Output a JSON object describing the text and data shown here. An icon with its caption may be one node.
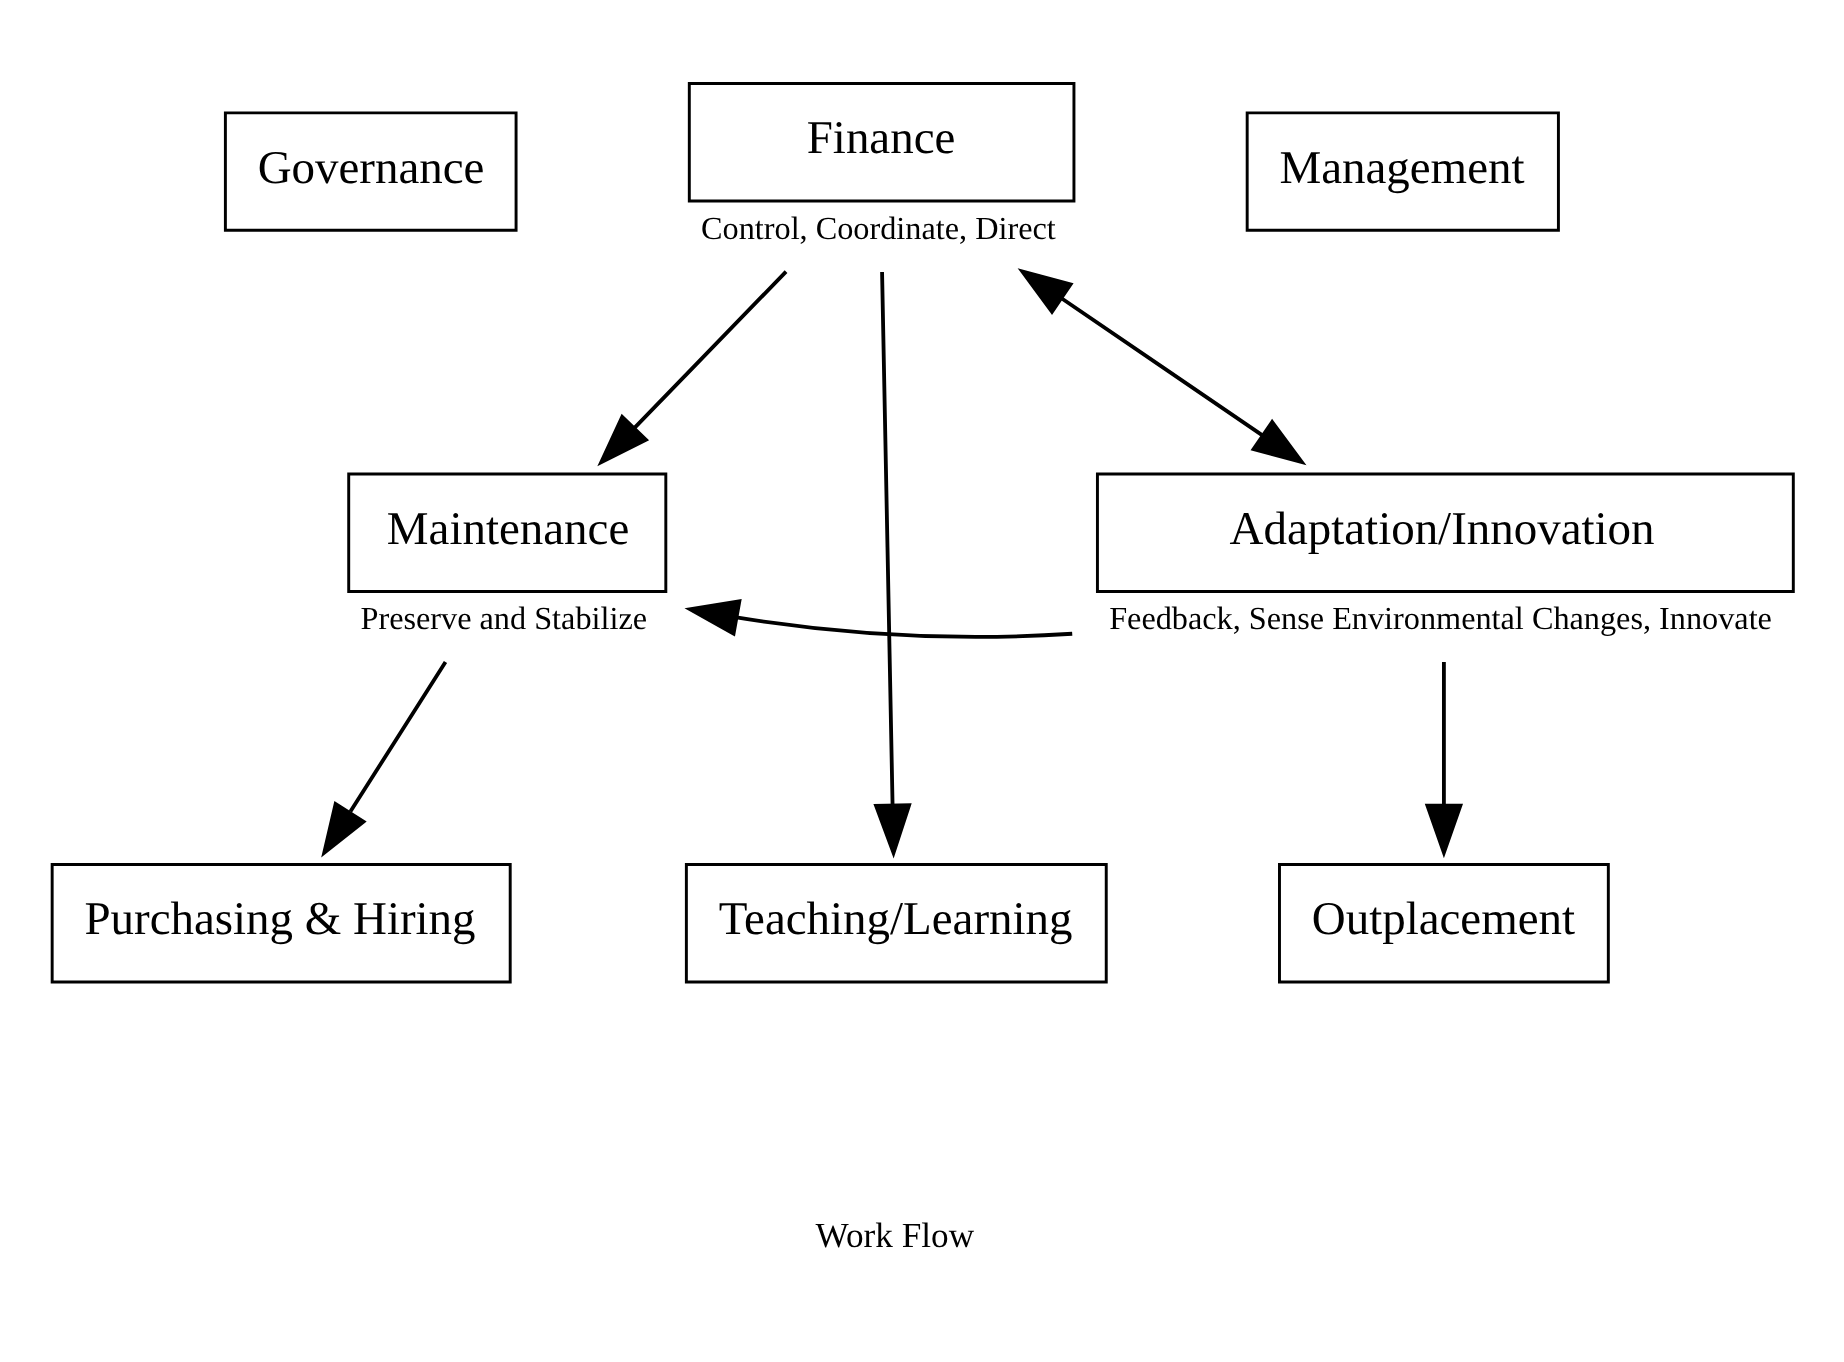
{
  "diagram": {
    "nodes": [
      {
        "text": [
          "Governance"
        ]
      },
      {
        "text": [
          "Finance"
        ],
        "beside": [
          "Control, Coordinate, Direct"
        ]
      },
      {
        "text": [
          "Management"
        ]
      },
      {
        "text": [
          "Maintenance"
        ],
        "beside": [
          "Preserve and Stabilize"
        ]
      },
      {
        "text": [
          "Adaptation/Innovation"
        ],
        "beside": [
          "Feedback, Sense Environmental Changes, Innovate"
        ]
      },
      {
        "text": [
          "Purchasing & Hiring"
        ]
      },
      {
        "text": [
          "Teaching/Learning"
        ]
      },
      {
        "text": [
          "Outplacement"
        ]
      }
    ],
    "edges": [
      {
        "from": 1,
        "to": 3,
        "arrow": "to"
      },
      {
        "from": 1,
        "to": 6,
        "arrow": "to"
      },
      {
        "from": 1,
        "to": 4,
        "arrow": "both"
      },
      {
        "from": 4,
        "to": 3,
        "arrow": "to"
      },
      {
        "from": 3,
        "to": 5,
        "arrow": "to"
      },
      {
        "from": 4,
        "to": 7,
        "arrow": "to"
      }
    ],
    "labels": [
      "Work Flow"
    ]
  }
}
